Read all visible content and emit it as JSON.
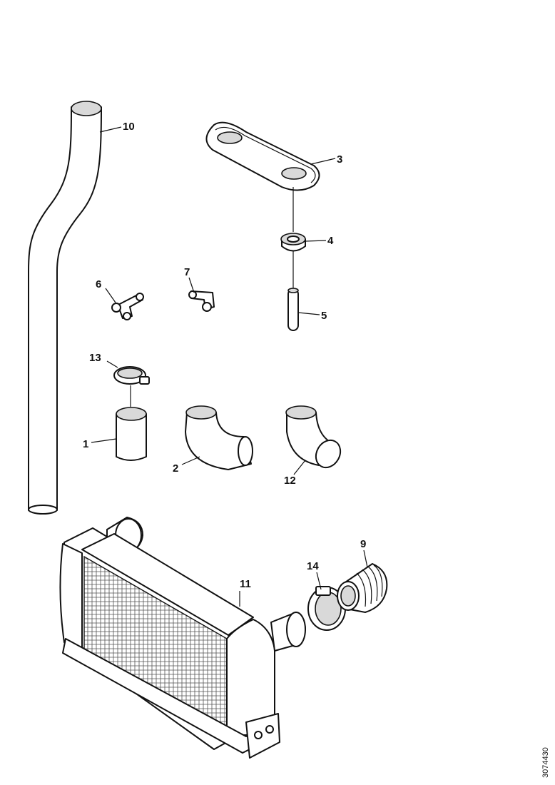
{
  "diagram": {
    "callouts": [
      {
        "id": "1",
        "label": "1"
      },
      {
        "id": "2",
        "label": "2"
      },
      {
        "id": "3",
        "label": "3"
      },
      {
        "id": "4",
        "label": "4"
      },
      {
        "id": "5",
        "label": "5"
      },
      {
        "id": "6",
        "label": "6"
      },
      {
        "id": "7",
        "label": "7"
      },
      {
        "id": "9",
        "label": "9"
      },
      {
        "id": "10",
        "label": "10"
      },
      {
        "id": "11",
        "label": "11"
      },
      {
        "id": "12",
        "label": "12"
      },
      {
        "id": "13",
        "label": "13"
      },
      {
        "id": "14",
        "label": "14"
      }
    ],
    "reference_code": "3074430"
  }
}
